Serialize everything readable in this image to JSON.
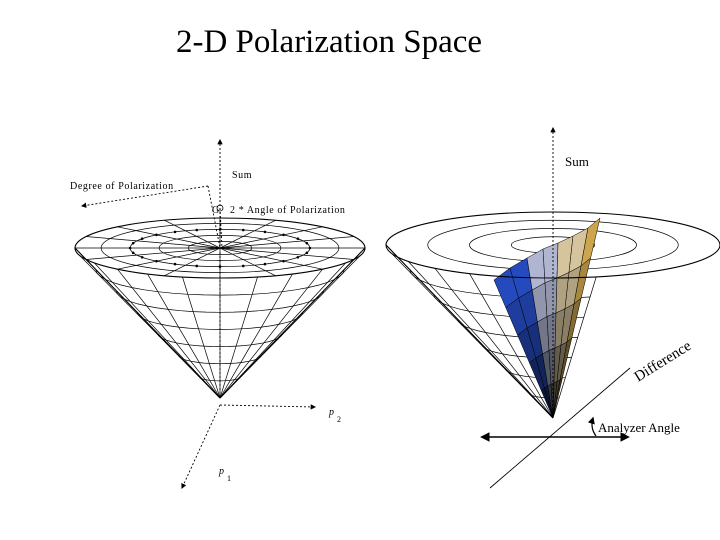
{
  "title": "2-D Polarization Space",
  "left_figure": {
    "sum_label": "Sum",
    "degree_label": "Degree of Polarization",
    "angle_label": "2 * Angle of Polarization",
    "p2_label": "p",
    "p2_sub": "2",
    "p1_label": "p",
    "p1_sub": "1"
  },
  "right_figure": {
    "sum_label": "Sum",
    "difference_label": "Difference",
    "analyzer_label": "Analyzer Angle"
  },
  "colors": {
    "blue_dark": "#0a1a8a",
    "blue_mid": "#2b57e0",
    "blue_light": "#cfd6f7",
    "gold_light": "#fbe7b8",
    "gold_mid": "#f0c25a",
    "gold_dark": "#b98716"
  }
}
